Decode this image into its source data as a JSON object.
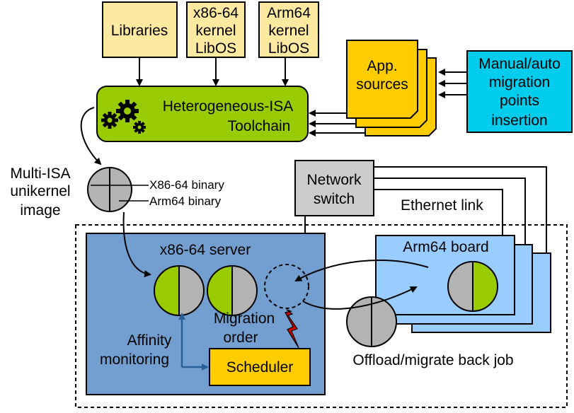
{
  "top_boxes": {
    "libraries": "Libraries",
    "x86_lib": [
      "x86-64",
      "kernel",
      "LibOS"
    ],
    "arm_lib": [
      "Arm64",
      "kernel",
      "LibOS"
    ]
  },
  "toolchain": {
    "line1": "Heterogeneous-ISA",
    "line2": "Toolchain"
  },
  "app_sources": [
    "App.",
    "sources"
  ],
  "manual_auto": [
    "Manual/auto",
    "migration",
    "points",
    "insertion"
  ],
  "image_label": [
    "Multi-ISA",
    "unikernel",
    "image"
  ],
  "binary_labels": {
    "x86": "X86-64 binary",
    "arm": "Arm64 binary"
  },
  "network_switch": [
    "Network",
    "switch"
  ],
  "ethernet_link": "Ethernet link",
  "x86_server": "x86-64 server",
  "arm_board": "Arm64 board",
  "migration_order": [
    "Migration",
    "order"
  ],
  "affinity": [
    "Affinity",
    "monitoring"
  ],
  "scheduler": "Scheduler",
  "offload": "Offload/migrate back job",
  "colors": {
    "yellow_light": "#fde9a0",
    "yellow": "#ffcc00",
    "cyan": "#00ccee",
    "green": "#99cc00",
    "grey": "#b3b3b3",
    "server_blue": "#729fcf",
    "board_blue": "#99ccff",
    "red": "#cc0000",
    "arrow_blue": "#2a6099"
  },
  "icons": [
    "gears-icon",
    "lightning-icon"
  ]
}
